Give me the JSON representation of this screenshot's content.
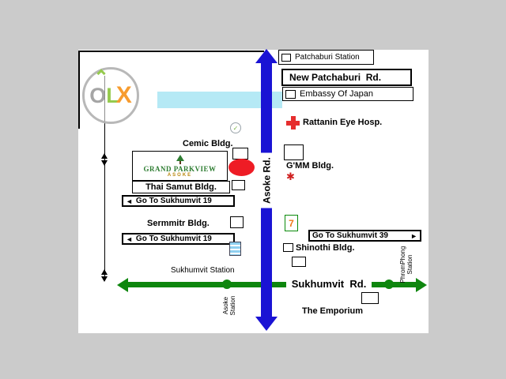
{
  "watermark": {
    "o": "O",
    "l": "L",
    "x": "X"
  },
  "roads": {
    "asoke": "Asoke Rd.",
    "sukhumvit": "Sukhumvit  Rd.",
    "new_patchaburi": "New Patchaburi  Rd."
  },
  "stations": {
    "patchaburi": "Patchaburi Station",
    "sukhumvit": "Sukhumvit Station",
    "asoke": "Asoke\nStation",
    "phromphong": "PhromPhong\nStation"
  },
  "buildings": {
    "embassy": "Embassy Of Japan",
    "rattanin": "Rattanin Eye Hosp.",
    "cemic": "Cemic Bldg.",
    "gmm": "G'MM Bldg.",
    "thai_samut": "Thai Samut Bldg.",
    "sermmitr": "Sermmitr Bldg.",
    "shinothi": "Shinothi Bldg.",
    "emporium": "The Emporium"
  },
  "directions": {
    "upper_19": "Go To Sukhumvit 19",
    "lower_19": "Go To Sukhumvit 19",
    "to_39": "Go To Sukhumvit 39",
    "left_arrow": "◄",
    "right_arrow": "►"
  },
  "logo": {
    "name": "GRAND PARKVIEW",
    "sub": "ASOKE"
  },
  "icons": {
    "seven": "7",
    "gmm_flower": "✱",
    "emblem": "✓"
  },
  "colors": {
    "asoke_road": "#1a13d4",
    "sukhumvit_road": "#0e860e",
    "canal": "#b5e9f5",
    "location_marker": "#ee1c25"
  }
}
